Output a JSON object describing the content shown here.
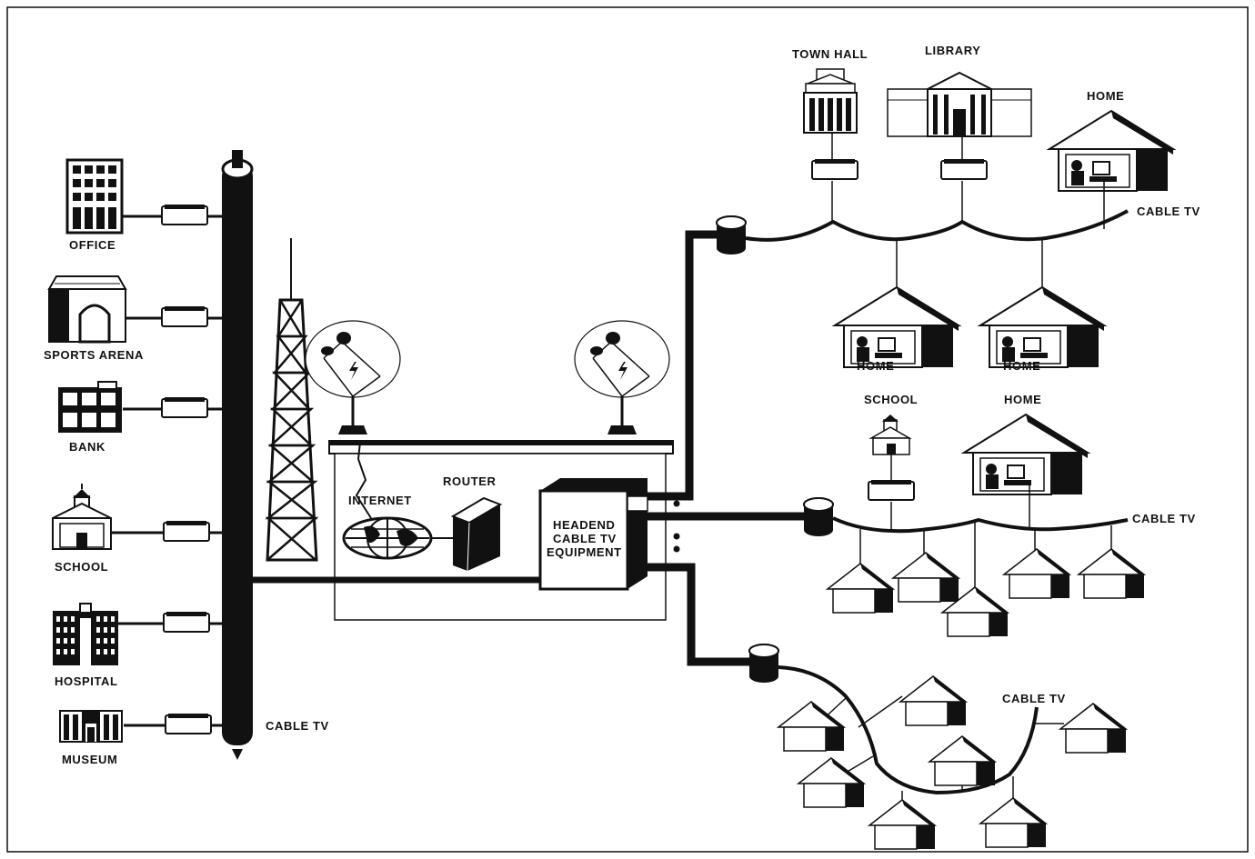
{
  "labels": {
    "office": "OFFICE",
    "sports_arena": "SPORTS ARENA",
    "bank": "BANK",
    "school_left": "SCHOOL",
    "hospital": "HOSPITAL",
    "museum": "MUSEUM",
    "cable_tv_trunk": "CABLE TV",
    "internet": "INTERNET",
    "router": "ROUTER",
    "headend_line1": "HEADEND",
    "headend_line2": "CABLE TV",
    "headend_line3": "EQUIPMENT",
    "town_hall": "TOWN HALL",
    "library": "LIBRARY",
    "home_top": "HOME",
    "cable_tv_top": "CABLE TV",
    "home_mid_a": "HOME",
    "home_mid_b": "HOME",
    "school_right": "SCHOOL",
    "home_right": "HOME",
    "cable_tv_mid": "CABLE TV",
    "cable_tv_bottom": "CABLE TV"
  },
  "colors": {
    "ink": "#111111",
    "paper": "#ffffff"
  }
}
